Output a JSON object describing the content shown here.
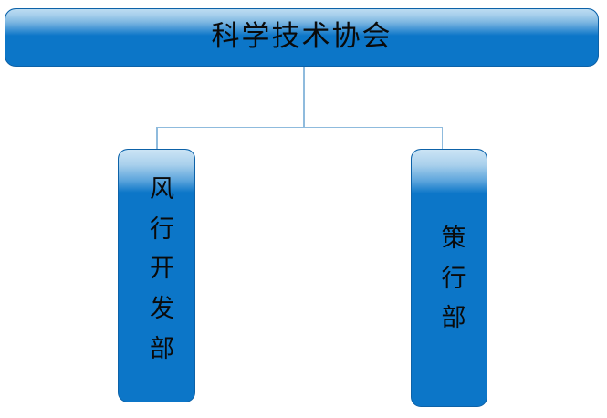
{
  "diagram": {
    "type": "organizational-chart",
    "background_color": "#ffffff",
    "node_fill_color": "#0c76c8",
    "node_border_color": "#0d62a8",
    "connector_color": "#8fbbdd",
    "text_color": "#0a0a0a",
    "root": {
      "label": "科学技术协会",
      "orientation": "horizontal"
    },
    "children": [
      {
        "label": "风\n行\n开\n发\n部",
        "label_inline": "风行开发部",
        "orientation": "vertical"
      },
      {
        "label": "策\n行\n部",
        "label_inline": "策行部",
        "orientation": "vertical"
      }
    ]
  }
}
